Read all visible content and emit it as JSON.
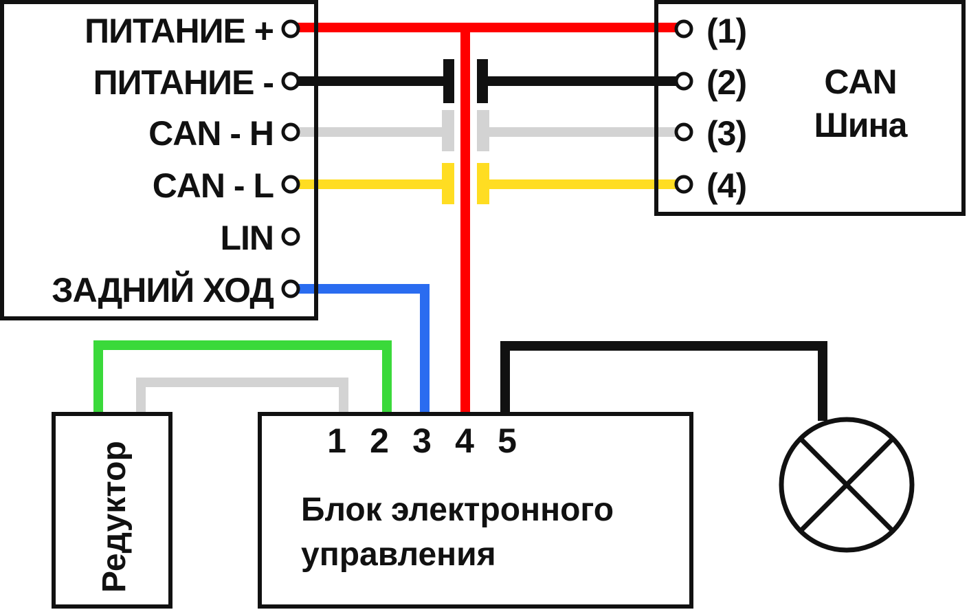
{
  "module_pins": [
    "ПИТАНИЕ +",
    "ПИТАНИЕ -",
    "CAN - H",
    "CAN - L",
    "LIN",
    "ЗАДНИЙ ХОД"
  ],
  "can_bus": {
    "title": [
      "CAN",
      "Шина"
    ],
    "terminals": [
      "(1)",
      "(2)",
      "(3)",
      "(4)"
    ]
  },
  "ecu": {
    "pins": [
      "1",
      "2",
      "3",
      "4",
      "5"
    ],
    "title": [
      "Блок электронного",
      "управления"
    ]
  },
  "reducer_label": "Редуктор",
  "colors": {
    "power_plus": "#ff0000",
    "power_minus": "#111111",
    "can_h": "#d3d3d3",
    "can_l": "#ffdd22",
    "reverse": "#2a6cf0",
    "reducer_green": "#3ad93a",
    "reducer_gray": "#d3d3d3",
    "lamp_wire": "#111111"
  },
  "lamp_icon": "lamp-icon"
}
